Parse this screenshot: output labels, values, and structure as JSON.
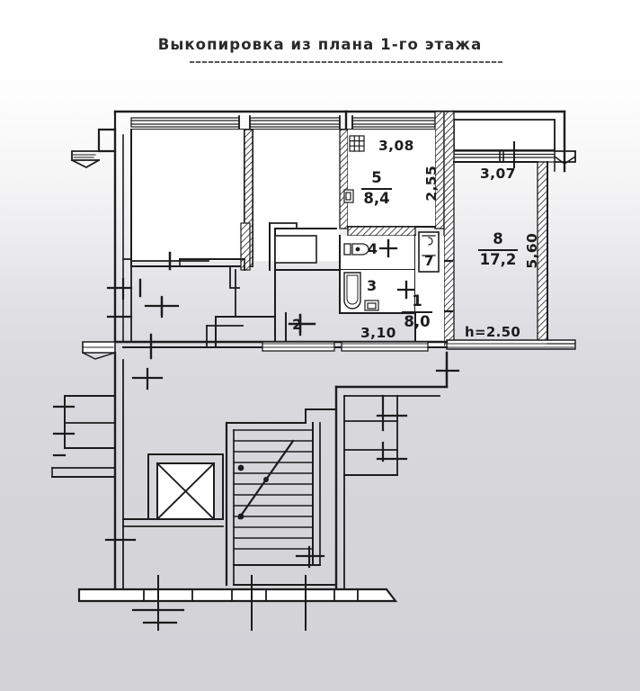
{
  "document": {
    "title": "Выкопировка из плана 1-го этажа",
    "type": "floor-plan",
    "language": "ru",
    "ink_color": "#1c1c1c",
    "paper_color": "#dcdce0"
  },
  "plan": {
    "ceiling_height_label": "h=2.50",
    "rooms": [
      {
        "id": "room-5",
        "number": "5",
        "area": "8,4",
        "unit_implied": "m2",
        "width_label": "3,08",
        "height_label": "2,55"
      },
      {
        "id": "room-8",
        "number": "8",
        "area": "17,2",
        "unit_implied": "m2",
        "width_label": "3,07",
        "height_label": "5,60"
      },
      {
        "id": "room-1",
        "number": "1",
        "area": "8,0",
        "unit_implied": "m2",
        "width_label": "3,10",
        "height_label": ""
      },
      {
        "id": "room-2",
        "number": "2",
        "area": "",
        "unit_implied": "m2",
        "width_label": "",
        "height_label": ""
      },
      {
        "id": "room-3",
        "number": "3",
        "area": "",
        "unit_implied": "m2",
        "width_label": "",
        "height_label": ""
      },
      {
        "id": "room-4",
        "number": "4",
        "area": "",
        "unit_implied": "m2",
        "width_label": "",
        "height_label": ""
      },
      {
        "id": "room-7",
        "number": "7",
        "area": "",
        "unit_implied": "m2",
        "width_label": "",
        "height_label": ""
      }
    ],
    "dimensions": {
      "top_kitchen_width": "3,08",
      "kitchen_depth": "2,55",
      "living_room_width": "3,07",
      "living_room_depth": "5,60",
      "hall_width": "3,10"
    },
    "fixtures": [
      {
        "name": "stove-icon",
        "room": "5"
      },
      {
        "name": "sink-icon",
        "room": "5"
      },
      {
        "name": "bathtub-icon",
        "room": "3"
      },
      {
        "name": "washbasin-icon",
        "room": "3"
      },
      {
        "name": "toilet-icon",
        "room": "4"
      },
      {
        "name": "radiator-icon",
        "room": "7"
      }
    ],
    "circulation": {
      "staircase": "stairwell-with-flight-and-landing",
      "shaft": "elevator-shaft-crossed-box"
    }
  }
}
